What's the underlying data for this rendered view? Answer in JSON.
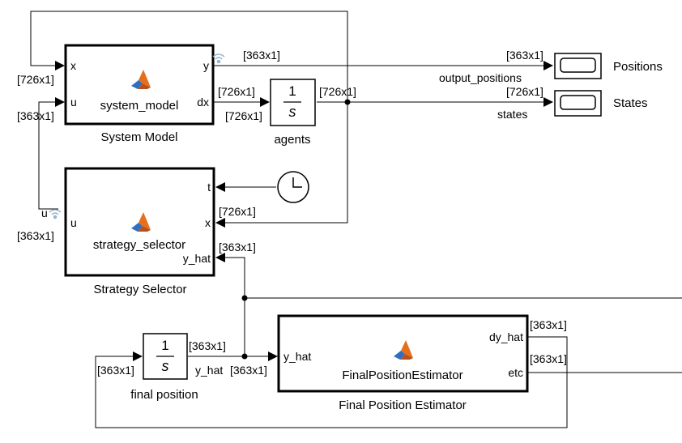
{
  "blocks": {
    "system_model": {
      "function_name": "system_model",
      "caption": "System Model",
      "in_x": "x",
      "in_u": "u",
      "out_y": "y",
      "out_dx": "dx"
    },
    "agents": {
      "numerator": "1",
      "denominator": "s",
      "caption": "agents"
    },
    "strategy_selector": {
      "function_name": "strategy_selector",
      "caption": "Strategy Selector",
      "in_t": "t",
      "in_u": "u",
      "in_x": "x",
      "in_y_hat": "y_hat"
    },
    "final_position": {
      "numerator": "1",
      "denominator": "s",
      "caption": "final position"
    },
    "estimator": {
      "function_name": "FinalPositionEstimator",
      "caption": "Final Position Estimator",
      "in_y_hat": "y_hat",
      "out_dy_hat": "dy_hat",
      "out_etc": "etc"
    },
    "positions": {
      "caption": "Positions"
    },
    "states": {
      "caption": "States"
    }
  },
  "signals": {
    "sys_x_in": "[726x1]",
    "sys_u_in": "[363x1]",
    "sys_y_out": "[363x1]",
    "sys_dx_out": "[726x1]",
    "agents_in": "[726x1]",
    "agents_out": "[726x1]",
    "positions_in": "[363x1]",
    "states_in": "[726x1]",
    "sel_x_in": "[726x1]",
    "sel_u": "[363x1]",
    "sel_yhat_in": "[363x1]",
    "fp_out": "[363x1]",
    "fp_in": "[363x1]",
    "est_in": "[363x1]",
    "est_dy_out": "[363x1]",
    "est_etc_out": "[363x1]",
    "goto_u_left": "u"
  },
  "line_names": {
    "output_positions": "output_positions",
    "states": "states",
    "y_hat": "y_hat"
  },
  "colors": {
    "line": "#000000",
    "wireless_icon": "#9ab3d0",
    "matlab_orange": "#e66f1c",
    "matlab_blue": "#2e6fbf"
  }
}
